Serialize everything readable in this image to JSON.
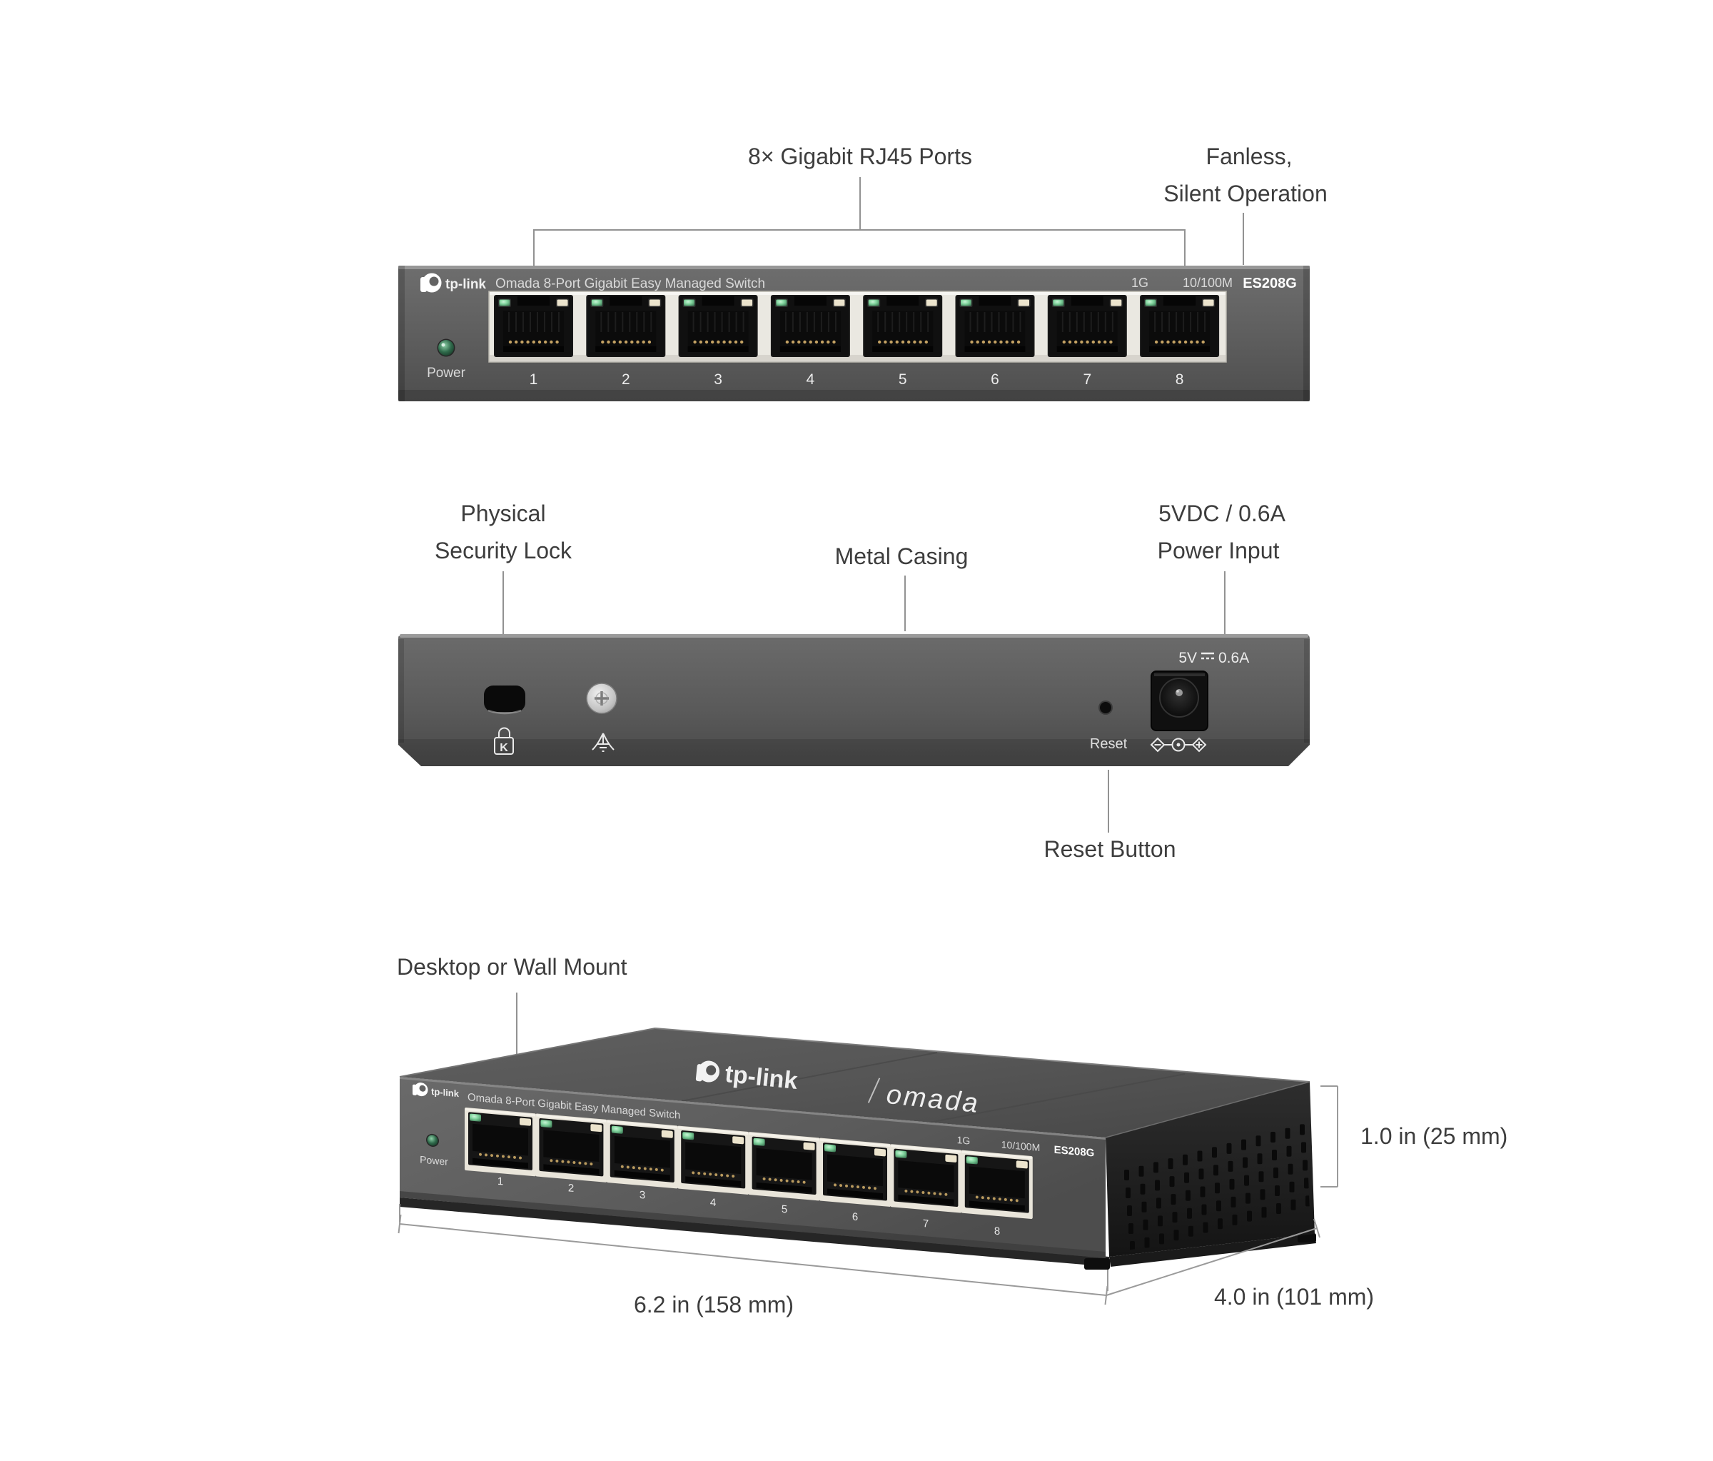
{
  "front_view": {
    "callout_ports": "8× Gigabit RJ45 Ports",
    "callout_fanless_line1": "Fanless,",
    "callout_fanless_line2": "Silent Operation",
    "brand": "tp-link",
    "panel_title": "Omada 8-Port Gigabit Easy Managed Switch",
    "led_left_label": "1G",
    "led_right_label": "10/100M",
    "model": "ES208G",
    "power_label": "Power",
    "port_numbers": [
      "1",
      "2",
      "3",
      "4",
      "5",
      "6",
      "7",
      "8"
    ]
  },
  "back_view": {
    "callout_lock_line1": "Physical",
    "callout_lock_line2": "Security Lock",
    "callout_casing": "Metal Casing",
    "callout_power_line1": "5VDC / 0.6A",
    "callout_power_line2": "Power Input",
    "callout_reset": "Reset Button",
    "power_rating_prefix": "5V",
    "power_rating_suffix": "0.6A",
    "reset_label": "Reset",
    "lock_icon_letter": "K"
  },
  "perspective_view": {
    "callout_mount": "Desktop or Wall Mount",
    "brand": "tp-link",
    "brand_secondary": "omada",
    "panel_title": "Omada 8-Port Gigabit Easy Managed Switch",
    "led_left_label": "1G",
    "led_right_label": "10/100M",
    "model": "ES208G",
    "power_label": "Power",
    "port_numbers": [
      "1",
      "2",
      "3",
      "4",
      "5",
      "6",
      "7",
      "8"
    ]
  },
  "dimensions": {
    "height": "1.0 in (25 mm)",
    "length": "6.2 in (158 mm)",
    "depth": "4.0 in (101 mm)"
  }
}
